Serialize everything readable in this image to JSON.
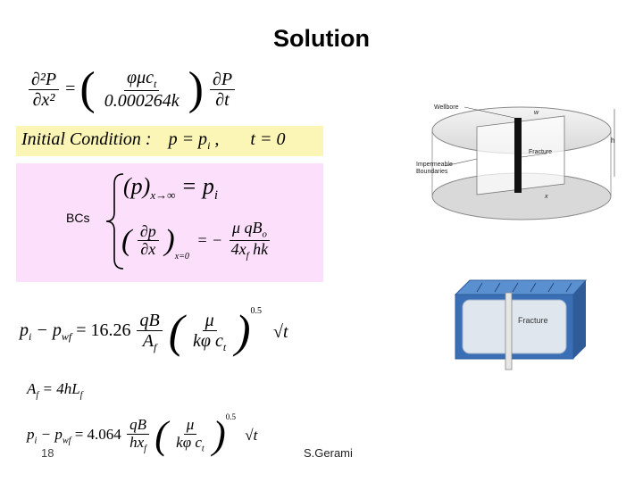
{
  "slide": {
    "title": "Solution",
    "slide_number": "18",
    "author": "S.Gerami"
  },
  "diffusivity_eq": {
    "lhs_num": "∂²P",
    "lhs_den": "∂x²",
    "coef_num": "φμc",
    "coef_num_sub": "t",
    "coef_den": "0.000264k",
    "rhs_num": "∂P",
    "rhs_den": "∂t"
  },
  "initial_condition": {
    "label": "Initial   Condition :",
    "expr": "p = p",
    "expr_sub": "i",
    "comma": ",",
    "time": "t = 0"
  },
  "boundary_conditions": {
    "label": "BCs",
    "bc1_lhs": "(p)",
    "bc1_sub": "x→∞",
    "bc1_rhs": "= p",
    "bc1_rhs_sub": "i",
    "bc2_num": "∂p",
    "bc2_den": "∂x",
    "bc2_sub": "x=0",
    "bc2_eq": "= −",
    "bc2_rnum": "μ qB",
    "bc2_rnum_sub": "o",
    "bc2_rden": "4x",
    "bc2_rden_sub": "f",
    "bc2_rden2": " hk"
  },
  "eq_linear": {
    "lhs": "p",
    "lhs_sub1": "i",
    "minus": " − p",
    "lhs_sub2": "wf",
    "eq": " = 16.26",
    "f1_num": "qB",
    "f1_den": "A",
    "f1_den_sub": "f",
    "f2_num": "μ",
    "f2_den": "kφ c",
    "f2_den_sub": "t",
    "exp": "0.5",
    "sqrt": "√t"
  },
  "eq_area": {
    "lhs": "A",
    "lhs_sub": "f",
    "rhs": " = 4hL",
    "rhs_sub": "f"
  },
  "eq_linear2": {
    "lhs": "p",
    "lhs_sub1": "i",
    "minus": " − p",
    "lhs_sub2": "wf",
    "eq": " = 4.064",
    "f1_num": "qB",
    "f1_den": "hx",
    "f1_den_sub": "f",
    "f2_num": "μ",
    "f2_den": "kφ c",
    "f2_den_sub": "t",
    "exp": "0.5",
    "sqrt": "√t"
  },
  "figure1": {
    "wellbore": "Wellbore",
    "fracture": "Fracture",
    "boundaries_line1": "Impermeable",
    "boundaries_line2": "Boundaries",
    "w_label": "w",
    "h_label": "h",
    "x_label": "x"
  },
  "figure2": {
    "fracture": "Fracture",
    "accent": "#3a6fb5"
  }
}
